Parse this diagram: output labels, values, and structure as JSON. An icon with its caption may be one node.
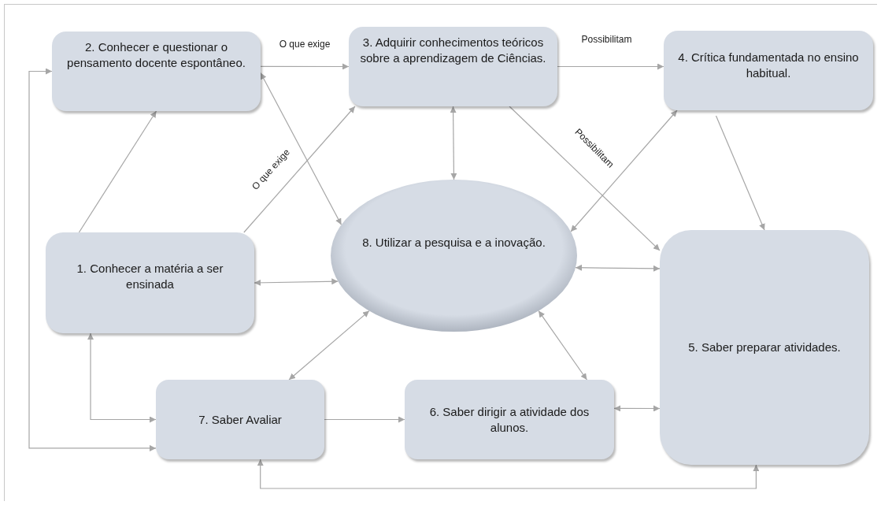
{
  "diagram": {
    "nodes": [
      {
        "text": [
          "2. Conhecer e questionar o pensamento docente espontâneo."
        ]
      },
      {
        "text": [
          "3. Adquirir conhecimentos teóricos sobre a aprendizagem de Ciências."
        ]
      },
      {
        "text": [
          "4. Crítica fundamentada no ensino habitual."
        ]
      },
      {
        "text": [
          "1. Conhecer a matéria a ser ensinada"
        ]
      },
      {
        "text": [
          "8. Utilizar a pesquisa e a inovação."
        ]
      },
      {
        "text": [
          "5. Saber preparar atividades."
        ]
      },
      {
        "text": [
          "7. Saber Avaliar"
        ]
      },
      {
        "text": [
          "6. Saber dirigir a atividade dos alunos."
        ]
      }
    ],
    "edges": [
      {
        "from": 0,
        "to": 1,
        "arrow": "to",
        "label": "O que exige"
      },
      {
        "from": 1,
        "to": 2,
        "arrow": "to",
        "label": "Possibilitam"
      },
      {
        "from": 3,
        "to": 0,
        "arrow": "to"
      },
      {
        "from": 3,
        "to": 1,
        "arrow": "to",
        "label": "O que exige"
      },
      {
        "from": 0,
        "to": 4,
        "arrow": "both"
      },
      {
        "from": 1,
        "to": 4,
        "arrow": "both"
      },
      {
        "from": 1,
        "to": 5,
        "arrow": "to",
        "label": "Possibilitam"
      },
      {
        "from": 2,
        "to": 4,
        "arrow": "both"
      },
      {
        "from": 2,
        "to": 5,
        "arrow": "to"
      },
      {
        "from": 3,
        "to": 4,
        "arrow": "both"
      },
      {
        "from": 4,
        "to": 5,
        "arrow": "both"
      },
      {
        "from": 4,
        "to": 6,
        "arrow": "both"
      },
      {
        "from": 4,
        "to": 7,
        "arrow": "both"
      },
      {
        "from": 3,
        "to": 6,
        "arrow": "both"
      },
      {
        "from": 6,
        "to": 7,
        "arrow": "to"
      },
      {
        "from": 7,
        "to": 5,
        "arrow": "both"
      },
      {
        "from": 5,
        "to": 6,
        "arrow": "both"
      },
      {
        "from": 0,
        "to": 6,
        "arrow": "both"
      }
    ]
  }
}
